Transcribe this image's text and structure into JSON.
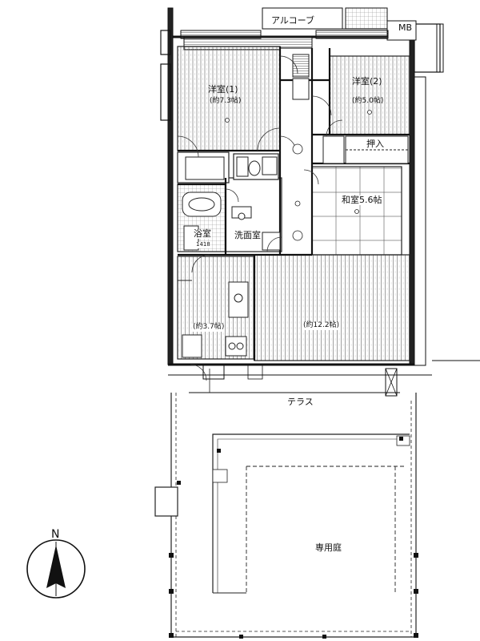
{
  "labels": {
    "alcove": "アルコーブ",
    "mb": "MB",
    "western_room_1": "洋室(1)",
    "western_room_1_size": "(約7.3帖)",
    "western_room_2": "洋室(2)",
    "western_room_2_size": "(約5.0帖)",
    "closet": "押入",
    "japanese_room": "和室5.6帖",
    "washroom": "洗面室",
    "bathroom": "浴室",
    "bathroom_size": "1418",
    "kitchen_size": "(約3.7帖)",
    "living_dining_size": "(約12.2帖)",
    "terrace": "テラス",
    "private_garden": "専用庭",
    "north": "N"
  }
}
